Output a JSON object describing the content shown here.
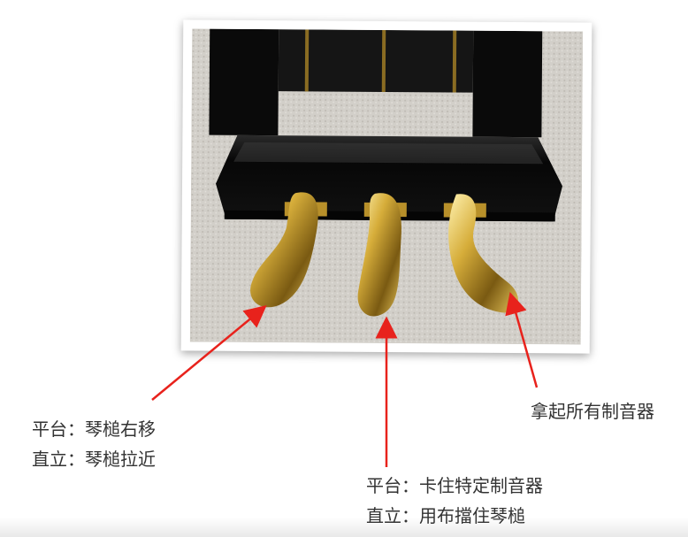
{
  "annotations": {
    "left_pedal": {
      "line1": "平台：琴槌右移",
      "line2": "直立：琴槌拉近"
    },
    "middle_pedal": {
      "line1": "平台：卡住特定制音器",
      "line2": "直立：用布擋住琴槌"
    },
    "right_pedal": {
      "line1": "拿起所有制音器"
    }
  },
  "colors": {
    "arrow": "#e8221c",
    "text": "#333333",
    "pedal_gold": "#c9a227",
    "piano_black": "#0b0b0b",
    "carpet": "#cfccc6"
  }
}
